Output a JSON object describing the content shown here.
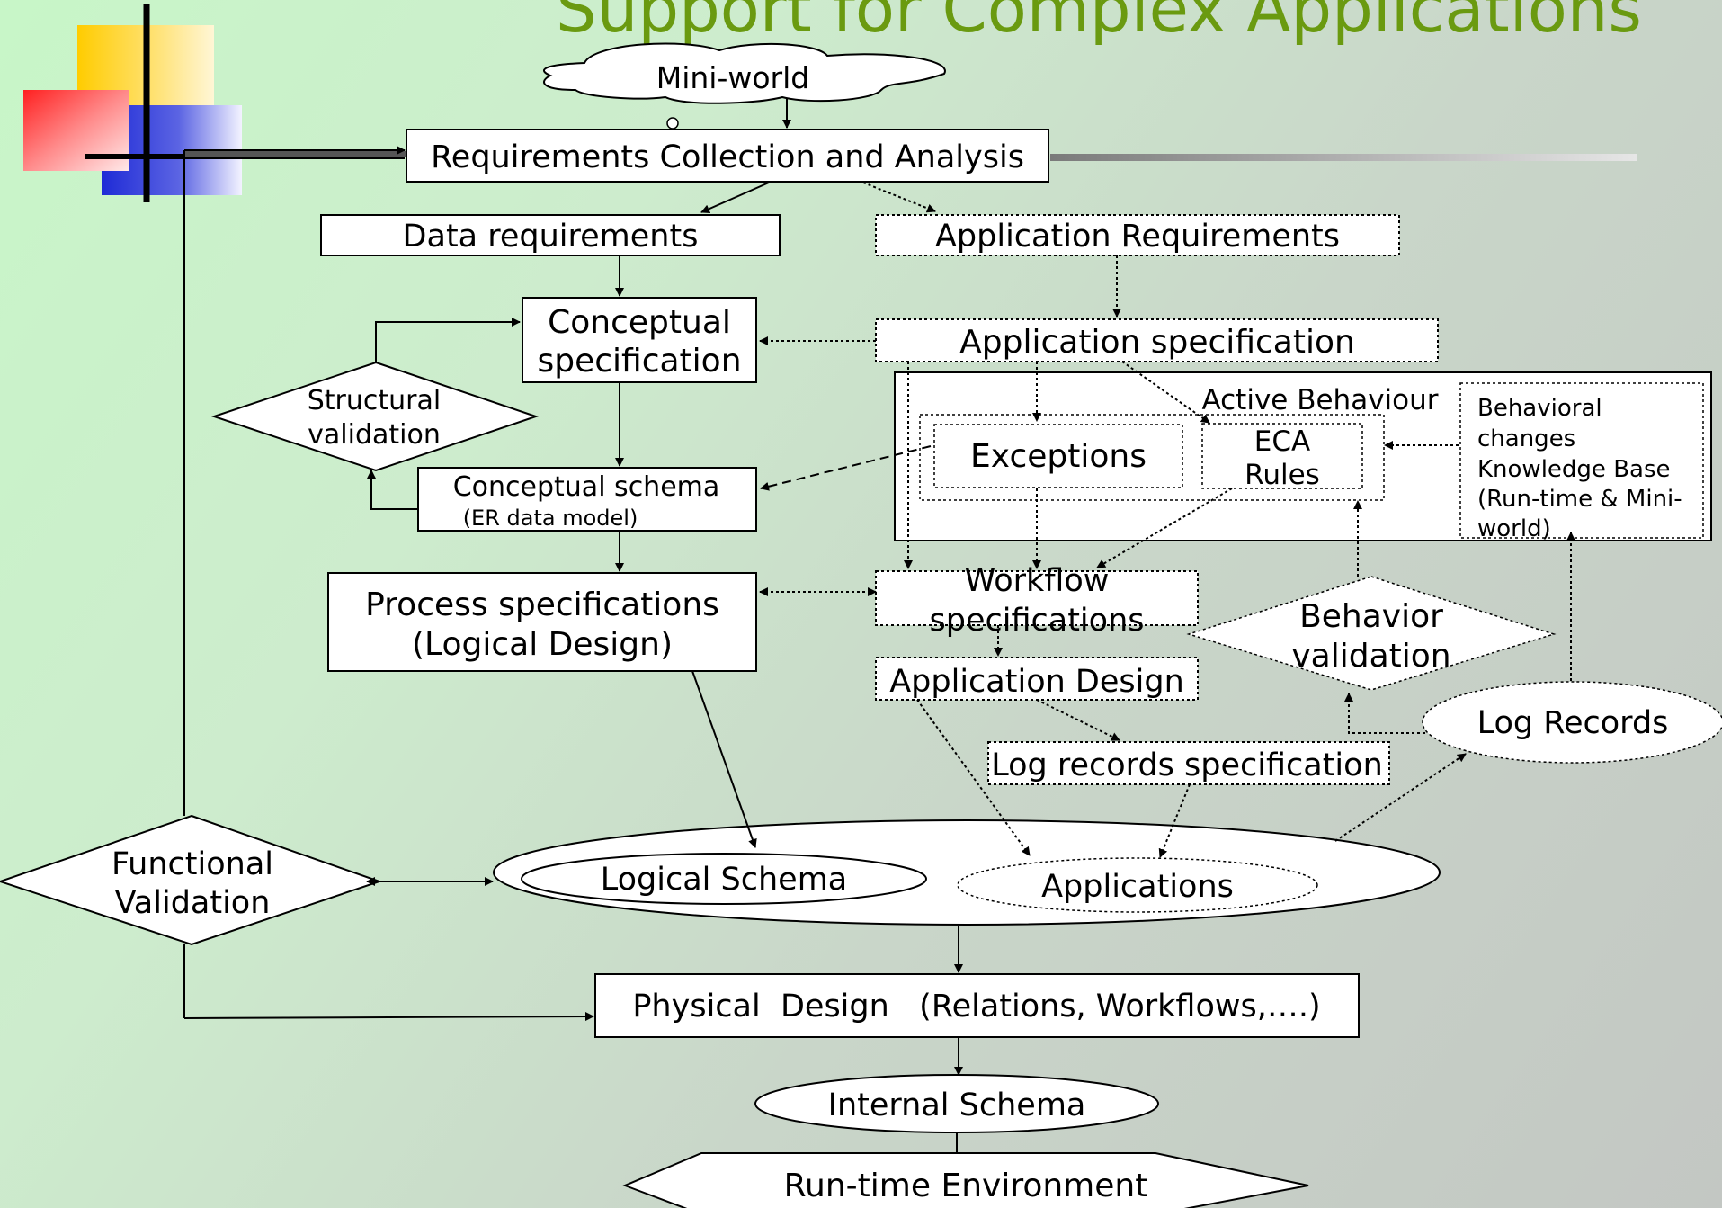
{
  "title": "Support for Complex Applications",
  "nodes": {
    "mini_world": "Mini-world",
    "requirements": "Requirements Collection and Analysis",
    "data_requirements": "Data requirements",
    "application_requirements": "Application Requirements",
    "conceptual_spec_1": "Conceptual",
    "conceptual_spec_2": "specification",
    "application_spec": "Application specification",
    "structural_validation_1": "Structural",
    "structural_validation_2": "validation",
    "active_behaviour": "Active Behaviour",
    "exceptions": "Exceptions",
    "eca_1": "ECA",
    "eca_2": "Rules",
    "kb_1": "Behavioral",
    "kb_2": "changes",
    "kb_3": "Knowledge Base",
    "kb_4": "(Run-time & Mini-",
    "kb_5": "world)",
    "conceptual_schema": "Conceptual schema",
    "er_model": "(ER data model)",
    "process_spec_1": "Process specifications",
    "process_spec_2": "(Logical Design)",
    "workflow_spec_1": "Workflow",
    "workflow_spec_2": "specifications",
    "behavior_validation_1": "Behavior",
    "behavior_validation_2": "validation",
    "application_design": "Application Design",
    "log_records": "Log Records",
    "log_records_spec": "Log records specification",
    "functional_validation_1": "Functional",
    "functional_validation_2": "Validation",
    "logical_schema": "Logical Schema",
    "applications": "Applications",
    "physical_design": "Physical  Design   (Relations, Workflows,….)",
    "internal_schema": "Internal Schema",
    "runtime_env": "Run-time Environment"
  },
  "colors": {
    "title": "#6a9a10",
    "accent_yellow": "#ffd21f",
    "accent_red": "#ff3a3a",
    "accent_blue": "#2a36d6"
  }
}
